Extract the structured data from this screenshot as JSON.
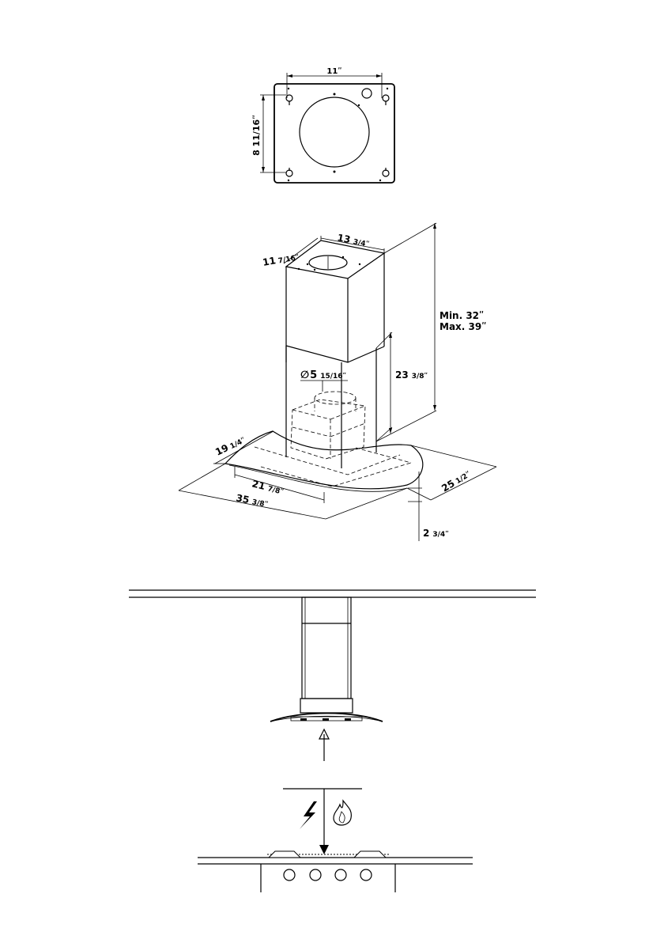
{
  "mounting_plate": {
    "width_label": "11ʺ",
    "height_label": "8 11/16ʺ"
  },
  "hood_dimensions": {
    "top_depth_whole": "11",
    "top_depth_frac": "7/16ʺ",
    "top_width_whole": "13",
    "top_width_frac": "3/4ʺ",
    "min_height": "Min.  32ʺ",
    "max_height": "Max.  39ʺ",
    "lower_chimney_whole": "23",
    "lower_chimney_frac": "3/8ʺ",
    "duct_symbol": "∅",
    "duct_whole": "5",
    "duct_frac": "15/16ʺ",
    "glass_depth_whole": "19",
    "glass_depth_frac": "1/4ʺ",
    "inner_width_whole": "21",
    "inner_width_frac": "7/8ʺ",
    "overall_width_whole": "35",
    "overall_width_frac": "3/8ʺ",
    "overall_depth_whole": "25",
    "overall_depth_frac": "1/2ʺ",
    "glass_thickness_whole": "2",
    "glass_thickness_frac": "3/4ʺ"
  },
  "icons": [
    "lightning-icon",
    "flame-icon"
  ]
}
